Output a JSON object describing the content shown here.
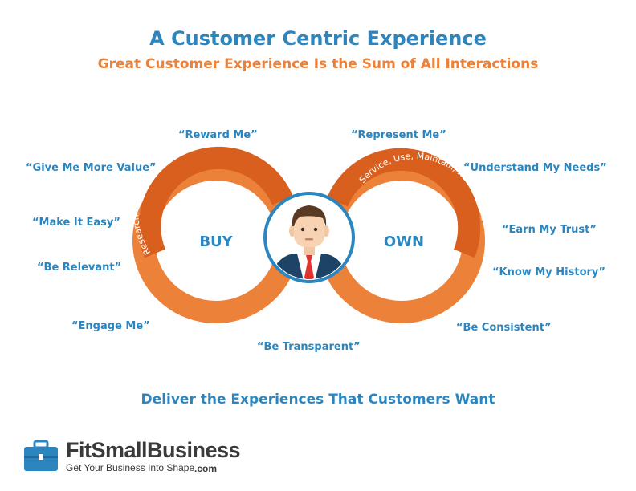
{
  "title": "A Customer Centric Experience",
  "subtitle": "Great Customer Experience Is the Sum of All Interactions",
  "loop": {
    "left_label": "BUY",
    "right_label": "OWN",
    "left_arc_text": "Research, Need, Select, Purchase",
    "right_arc_text": "Service, Use, Maintain, Recommend"
  },
  "quotes": {
    "reward_me": "“Reward Me”",
    "represent_me": "“Represent Me”",
    "give_more_value": "“Give Me More Value”",
    "understand_needs": "“Understand My Needs”",
    "make_it_easy": "“Make It Easy”",
    "earn_trust": "“Earn My Trust”",
    "be_relevant": "“Be Relevant”",
    "know_history": "“Know My History”",
    "engage_me": "“Engage Me”",
    "be_consistent": "“Be Consistent”",
    "be_transparent": "“Be Transparent”"
  },
  "footer_line": "Deliver the Experiences That Customers Want",
  "brand": {
    "name": "FitSmallBusiness",
    "tagline": "Get Your Business Into Shape",
    "suffix": ".com",
    "icon": "briefcase-icon"
  },
  "colors": {
    "blue": "#2b86c0",
    "orange": "#ec8139",
    "orange_dark": "#d85f1e",
    "navy": "#1d4466"
  }
}
